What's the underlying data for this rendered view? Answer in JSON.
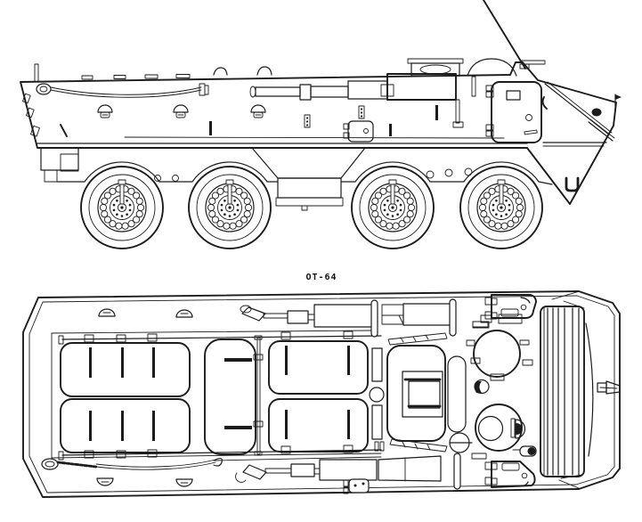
{
  "label": {
    "text": "OT-64"
  },
  "drawing": {
    "subject": "OT-64",
    "kind": "two-view technical line drawing",
    "background_color": "#ffffff",
    "line_color": "#1c1c1c",
    "views": [
      {
        "name": "side-view",
        "visible_parts": [
          "hull",
          "road-wheel x4",
          "wheel-arches",
          "roof machine-gun and mount",
          "sight-pedestal",
          "whip-antenna",
          "driver-dome",
          "windshield",
          "mirror-arm",
          "headlight",
          "side-door",
          "crew-door-front",
          "tow-cable",
          "lifting-cap x3",
          "bow-tow-hook-U",
          "rear-step",
          "mid-hull-step",
          "stowed-tube"
        ]
      },
      {
        "name": "plan-view",
        "visible_parts": [
          "hull-outline",
          "rear-roof-hatch x2",
          "mid-roof-hatch x2",
          "central-hatch",
          "engine-grille-hatch",
          "turret-ring",
          "filler-circle",
          "driver-hatch",
          "co-driver-hatch",
          "trim-vane-ribbed",
          "stowed-rod-assembly x2",
          "tow-cable",
          "cable-runs",
          "lifting-cap x4",
          "tread-strip x2",
          "bow-cleat"
        ]
      }
    ],
    "counts": {
      "road_wheels_side_view": 4,
      "rear_hatch_bars": 3,
      "mid_hatch_bars": 2,
      "trim_vane_ribs": 6,
      "side_lifting_caps": 3,
      "wheel_hub_bolts": 18
    }
  }
}
